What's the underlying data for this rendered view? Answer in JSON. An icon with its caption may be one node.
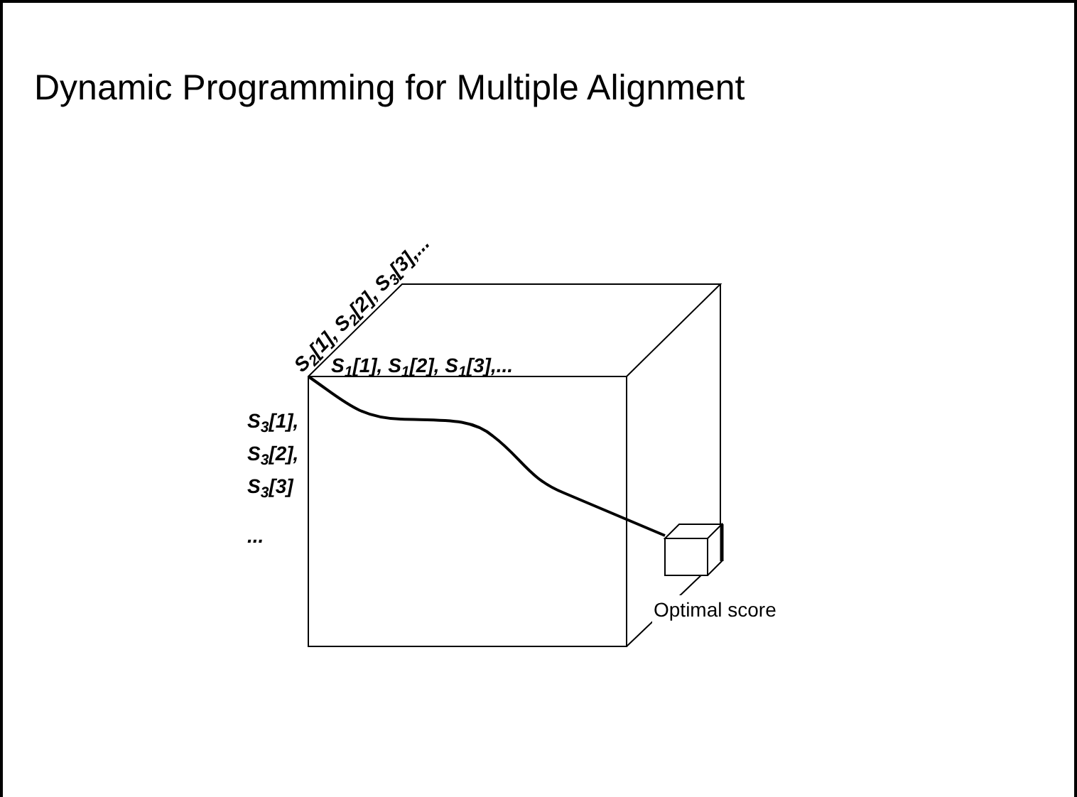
{
  "diagram": {
    "title": "Dynamic Programming for Multiple Alignment",
    "nodes": [
      {
        "text": [],
        "shape": "cube",
        "beside": [
          "Optimal score"
        ]
      }
    ],
    "labels": [
      "S$_{2}$[1], S$_{2}$[2], S$_{3}$[3],...",
      "S$_{1}$[1], S$_{1}$[2], S$_{1}$[3],...",
      "S$_{3}$[1],",
      "S$_{3}$[2],",
      "S$_{3}$[3]",
      "..."
    ]
  }
}
